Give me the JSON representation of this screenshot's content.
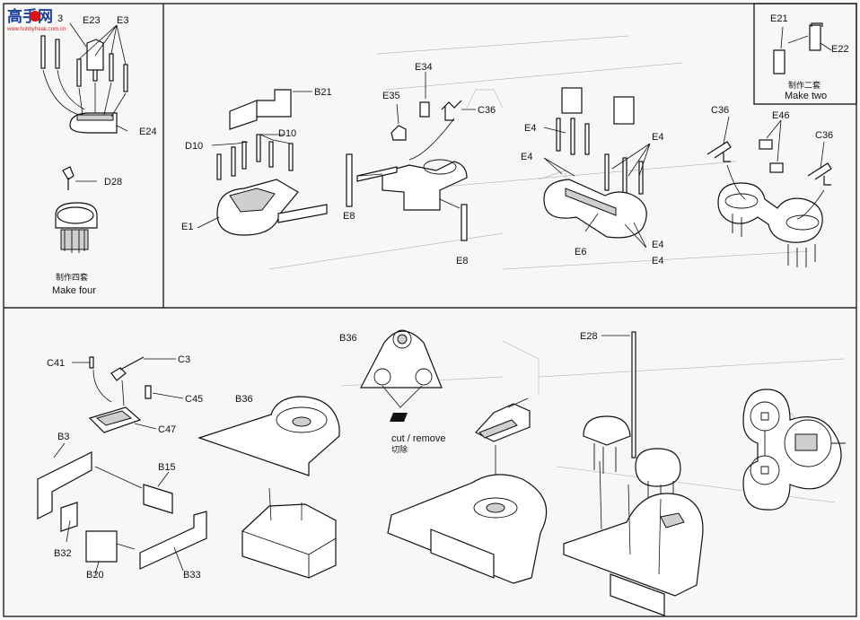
{
  "watermark": {
    "brand": "高手网",
    "site": "www.hobbyfreak.com.cn"
  },
  "panels": {
    "top_left": {
      "upper": {
        "labels": {
          "e23": "E23",
          "e3": "E3",
          "e3b": "3",
          "e24": "E24"
        }
      },
      "lower": {
        "labels": {
          "d28": "D28"
        },
        "note_cn": "制作四套",
        "note_en": "Make four"
      }
    },
    "inset": {
      "labels": {
        "e21": "E21",
        "e22": "E22"
      },
      "note_cn": "制作二套",
      "note_en": "Make two"
    },
    "top_main": {
      "a1": {
        "labels": {
          "b21": "B21",
          "d10a": "D10",
          "d10b": "D10",
          "e1": "E1"
        }
      },
      "a2": {
        "labels": {
          "e34": "E34",
          "e35": "E35",
          "c36": "C36",
          "e8a": "E8",
          "e8b": "E8"
        }
      },
      "a3": {
        "labels": {
          "e4a": "E4",
          "e4b": "E4",
          "e4c": "E4",
          "e4d": "E4",
          "e4e": "E4",
          "e6": "E6"
        }
      },
      "a4": {
        "labels": {
          "c36a": "C36",
          "e46": "E46",
          "c36b": "C36"
        }
      }
    },
    "bottom": {
      "b1": {
        "labels": {
          "c41": "C41",
          "c3": "C3",
          "c45": "C45",
          "c47": "C47"
        }
      },
      "b2": {
        "labels": {
          "b3": "B3",
          "b15": "B15",
          "b32": "B32",
          "b20": "B20",
          "b33": "B33"
        }
      },
      "b3": {
        "labels": {
          "b36": "B36"
        }
      },
      "b4": {
        "labels": {
          "b36": "B36",
          "cut_en": "cut / remove",
          "cut_cn": "切除"
        }
      },
      "b6": {
        "labels": {
          "e28": "E28"
        }
      }
    }
  }
}
